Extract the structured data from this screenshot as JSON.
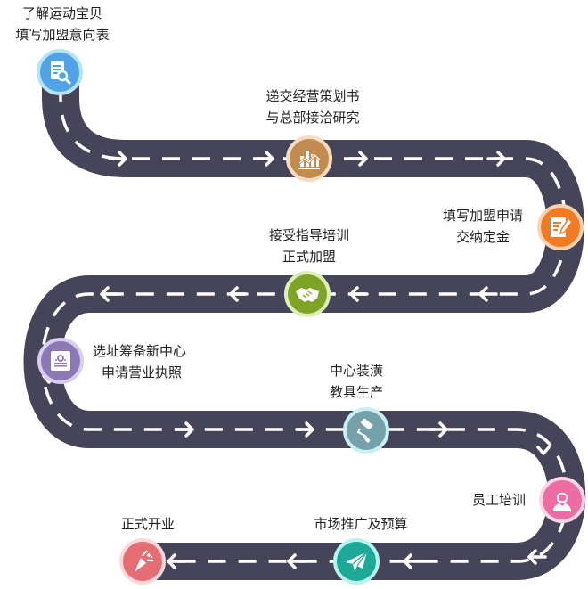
{
  "diagram": {
    "type": "roadmap-process",
    "road_color": "#454459",
    "steps": [
      {
        "index": 1,
        "lines": [
          "了解运动宝贝",
          "填写加盟意向表"
        ],
        "icon": "document-search-icon",
        "color": "#4fa3e6",
        "ring": "#b6e4f7"
      },
      {
        "index": 2,
        "lines": [
          "递交经营策划书",
          "与总部接洽研究"
        ],
        "icon": "bar-chart-icon",
        "color": "#c28b50",
        "ring": "#f6dcc1"
      },
      {
        "index": 3,
        "lines": [
          "填写加盟申请",
          "交纳定金"
        ],
        "icon": "edit-document-icon",
        "color": "#f27a22",
        "ring": "#fbd2b2"
      },
      {
        "index": 4,
        "lines": [
          "接受指导培训",
          "正式加盟"
        ],
        "icon": "handshake-icon",
        "color": "#7fa324",
        "ring": "#def0b8"
      },
      {
        "index": 5,
        "lines": [
          "选址筹备新中心",
          "申请营业执照"
        ],
        "icon": "license-certificate-icon",
        "color": "#8c78b4",
        "ring": "#d9cdef"
      },
      {
        "index": 6,
        "lines": [
          "中心装潢",
          "教具生产"
        ],
        "icon": "paint-roller-icon",
        "color": "#76a1aa",
        "ring": "#c9f1f5"
      },
      {
        "index": 7,
        "lines": [
          "员工培训"
        ],
        "icon": "person-icon",
        "color": "#ec6da3",
        "ring": "#fbd7e6"
      },
      {
        "index": 8,
        "lines": [
          "市场推广及预算"
        ],
        "icon": "paper-plane-icon",
        "color": "#1ea897",
        "ring": "#b8f4ec"
      },
      {
        "index": 9,
        "lines": [
          "正式开业"
        ],
        "icon": "party-popper-icon",
        "color": "#e56d74",
        "ring": "#f8d9dc"
      }
    ]
  }
}
